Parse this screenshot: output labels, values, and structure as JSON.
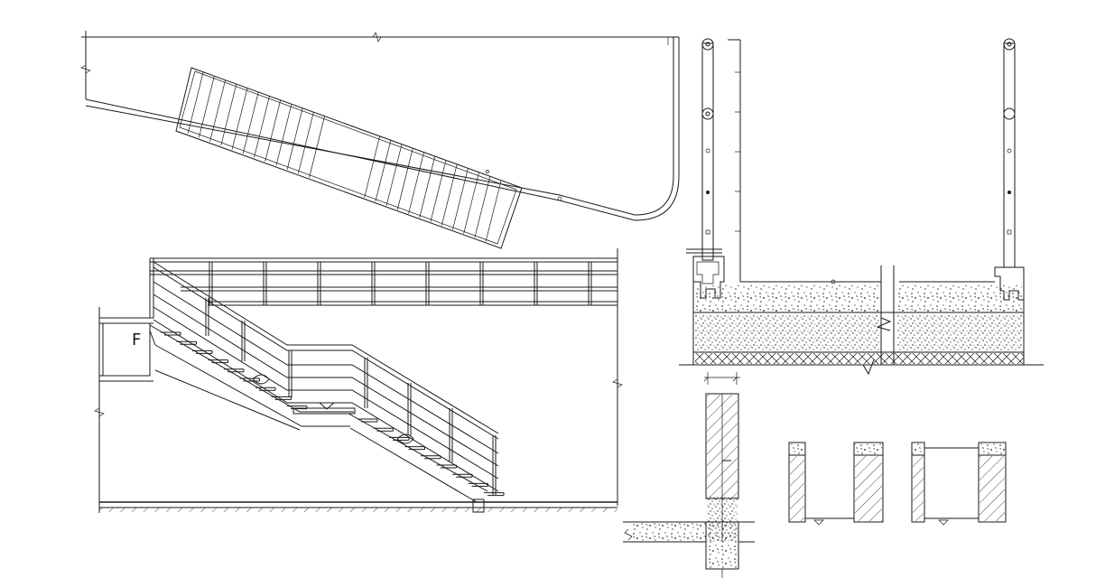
{
  "drawing": {
    "background": "#ffffff",
    "line_color": "#1a1a1a",
    "views": [
      {
        "id": "stair-plan",
        "type": "plan"
      },
      {
        "id": "stair-section",
        "type": "elevation"
      },
      {
        "id": "railing-base-detail",
        "type": "detail"
      },
      {
        "id": "wall-slab-junction",
        "type": "section"
      },
      {
        "id": "channel-details",
        "type": "section"
      }
    ]
  }
}
